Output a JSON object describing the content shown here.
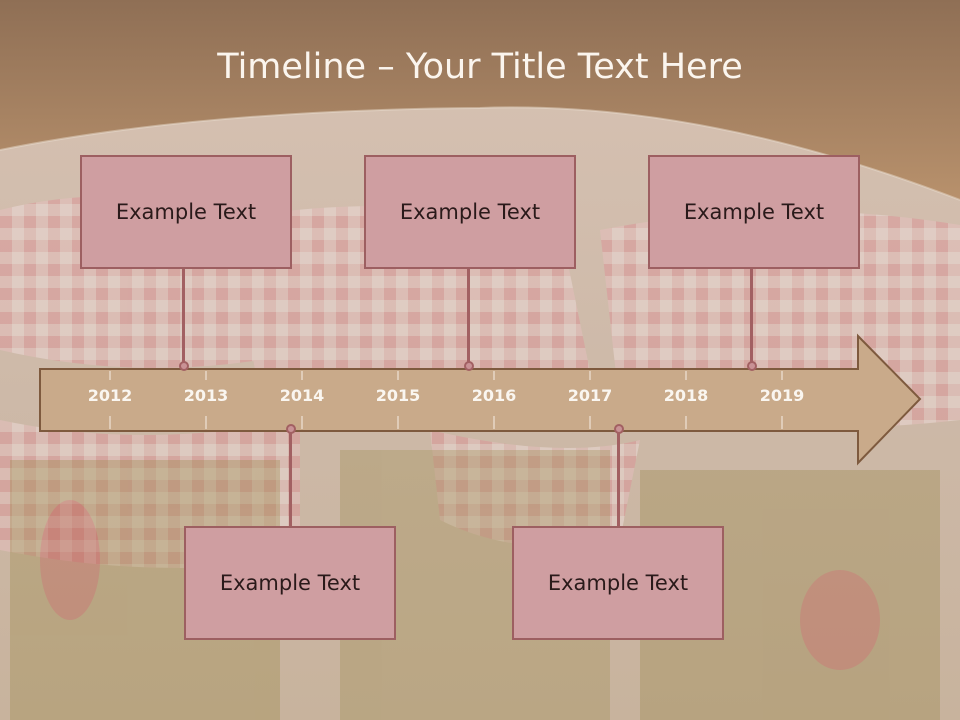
{
  "slide": {
    "title": "Timeline – Your Title Text Here"
  },
  "timeline": {
    "years": [
      "2012",
      "2013",
      "2014",
      "2015",
      "2016",
      "2017",
      "2018",
      "2019"
    ]
  },
  "events": [
    {
      "text": "Example Text"
    },
    {
      "text": "Example Text"
    },
    {
      "text": "Example Text"
    },
    {
      "text": "Example Text"
    },
    {
      "text": "Example Text"
    }
  ],
  "colors": {
    "box_fill": "#cf9ea1",
    "box_border": "#9d5f61",
    "arrow_fill": "#c9aa8a",
    "arrow_border": "#7e5a3e",
    "header": "#a8805e"
  }
}
